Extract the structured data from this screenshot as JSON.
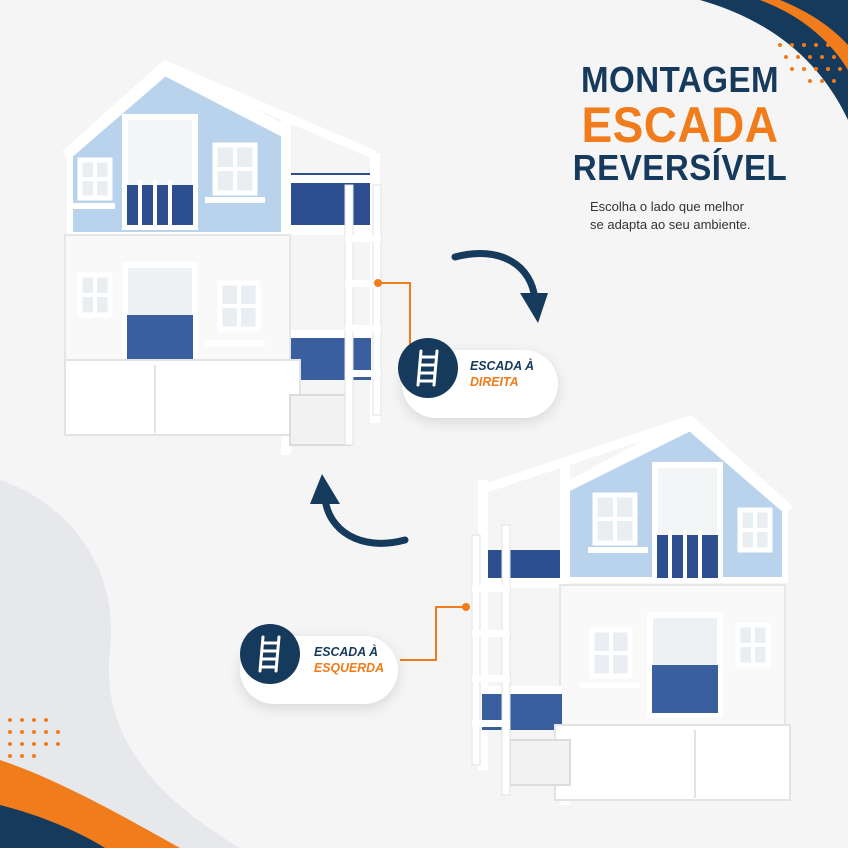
{
  "headline": {
    "line1": "MONTAGEM",
    "line2": "ESCADA",
    "line3": "REVERSÍVEL"
  },
  "subtitle": {
    "line1": "Escolha o lado que melhor",
    "line2": "se adapta ao seu ambiente."
  },
  "labels": {
    "right": {
      "line1": "ESCADA À",
      "line2": "DIREITA"
    },
    "left": {
      "line1": "ESCADA À",
      "line2": "ESQUERDA"
    }
  },
  "colors": {
    "navy": "#163a5c",
    "orange": "#f07c1b",
    "bed_white": "#ffffff",
    "wall_blue": "#b9d3ec",
    "background": "#f5f5f5"
  },
  "icons": [
    "ladder-icon",
    "curved-arrow-icon"
  ]
}
